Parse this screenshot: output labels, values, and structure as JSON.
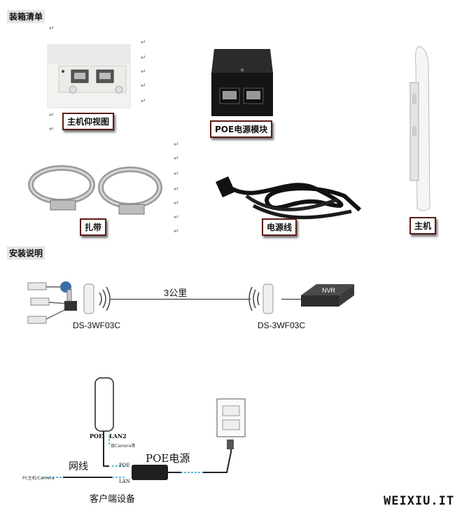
{
  "sections": {
    "packing_list": "装箱清单",
    "install_guide": "安装说明"
  },
  "captions": {
    "host_bottom_view": "主机仰视图",
    "poe_module": "POE电源模块",
    "clamp": "扎带",
    "power_cord": "电源线",
    "host": "主机"
  },
  "diagram1": {
    "distance": "3公里",
    "left_device": "DS-3WF03C",
    "right_device": "DS-3WF03C",
    "nvr": "NVR"
  },
  "diagram2": {
    "poe_port": "POE",
    "lan2_port": "LAN2",
    "camera_note": "接Camera等",
    "poe_supply": "POE电源",
    "supply_poe": "POE",
    "supply_lan": "LAN",
    "cable": "网线",
    "pc_camera": "PC主机/Camera",
    "client": "客户端设备"
  },
  "watermark": "WEIXIU.IT",
  "paragraph_mark": "↵"
}
